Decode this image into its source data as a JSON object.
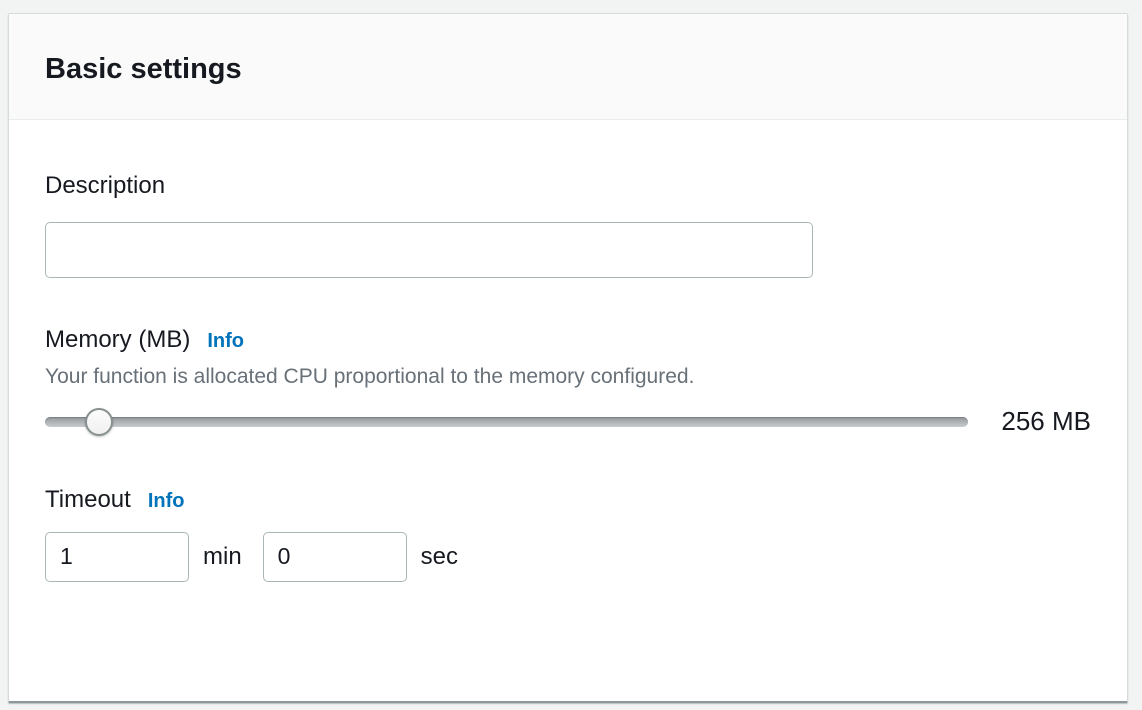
{
  "colors": {
    "accent_link": "#0073bb",
    "label_text": "#16191f",
    "help_text": "#687078"
  },
  "panel": {
    "title": "Basic settings",
    "description_field": {
      "label": "Description",
      "value": "",
      "placeholder": ""
    },
    "memory_field": {
      "label": "Memory (MB)",
      "info_label": "Info",
      "help_text": "Your function is allocated CPU proportional to the memory configured.",
      "value_display": "256 MB",
      "slider_percent": 5.8
    },
    "timeout_field": {
      "label": "Timeout",
      "info_label": "Info",
      "minutes_value": "1",
      "minutes_unit": "min",
      "seconds_value": "0",
      "seconds_unit": "sec"
    }
  }
}
